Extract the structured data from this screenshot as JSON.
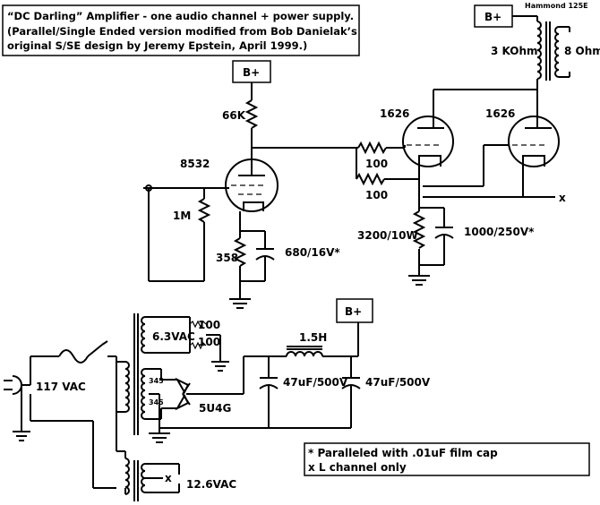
{
  "title": {
    "line1": "“DC Darling” Amplifier - one audio channel + power supply.",
    "line2": "(Parallel/Single Ended version modified from Bob Danielak’s",
    "line3": "original S/SE design by Jeremy Epstein, April 1999.)"
  },
  "supply_boxes": {
    "top_right": "B+",
    "driver": "B+",
    "power_supply": "B+"
  },
  "output_transformer": {
    "model": "Hammond 125E",
    "primary": "3 KOhm",
    "secondary": "8 Ohm"
  },
  "tubes": {
    "driver": "8532",
    "output_1": "1626",
    "output_2": "1626"
  },
  "components": {
    "plate_resistor": "66K",
    "grid_resistor": "1M",
    "cathode_resistor_driver": "358",
    "cathode_cap_driver": "680/16V*",
    "grid_stopper_1": "100",
    "grid_stopper_2": "100",
    "cathode_resistor_output": "3200/10W",
    "cathode_cap_output": "1000/250V*",
    "choke": "1.5H",
    "filter_cap_1": "47uF/500V",
    "filter_cap_2": "47uF/500V",
    "rectifier": "5U4G"
  },
  "power": {
    "mains": "117 VAC",
    "heater_63": "6.3VAC",
    "hum_resistor_1": "100",
    "hum_resistor_2": "100",
    "hv_tap_1": "345",
    "hv_tap_2": "345",
    "heater_126": "12.6VAC",
    "node_x_heater": "x",
    "node_x_output": "x"
  },
  "notes": {
    "line1": "* Paralleled with .01uF film cap",
    "line2": "x  L channel only"
  }
}
